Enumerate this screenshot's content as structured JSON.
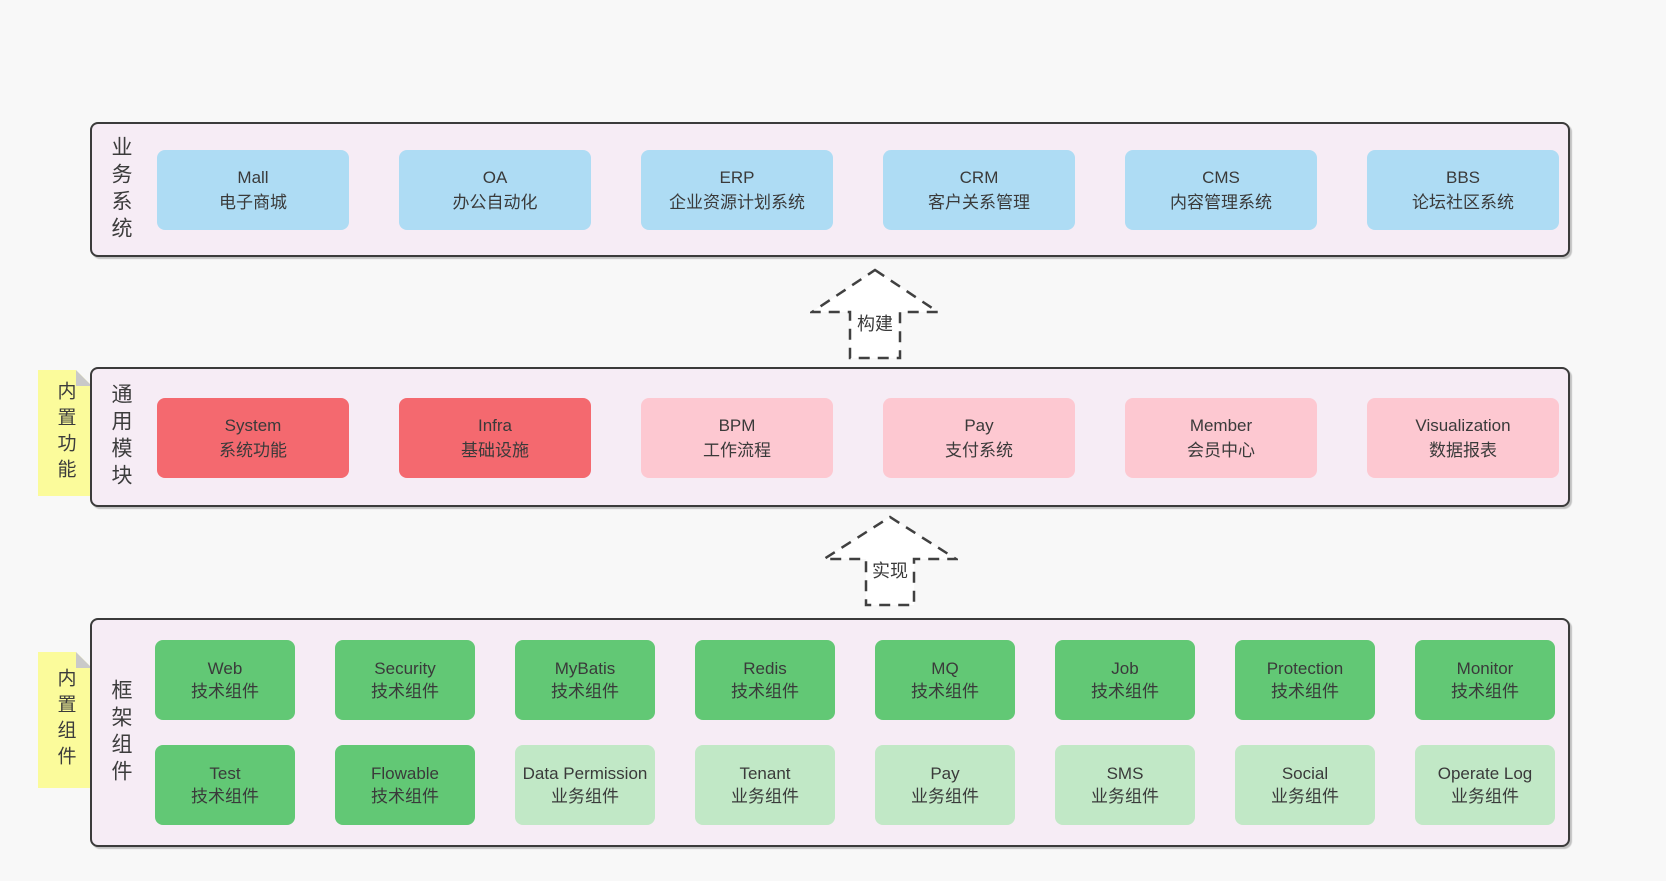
{
  "colors": {
    "page_bg": "#f8f8f8",
    "container_bg": "#f6ecf5",
    "container_border": "#3b3b3b",
    "blue": "#aedcf4",
    "red": "#f4696f",
    "pink": "#fdc8d1",
    "green": "#62c875",
    "light_green": "#c1e8c6",
    "sticky_yellow": "#fbfb9b",
    "text": "#3a3a3a"
  },
  "arrows": [
    {
      "label": "构建"
    },
    {
      "label": "实现"
    }
  ],
  "layers": {
    "business": {
      "label": "业务系统",
      "boxes": [
        {
          "title": "Mall",
          "subtitle": "电子商城"
        },
        {
          "title": "OA",
          "subtitle": "办公自动化"
        },
        {
          "title": "ERP",
          "subtitle": "企业资源计划系统"
        },
        {
          "title": "CRM",
          "subtitle": "客户关系管理"
        },
        {
          "title": "CMS",
          "subtitle": "内容管理系统"
        },
        {
          "title": "BBS",
          "subtitle": "论坛社区系统"
        }
      ]
    },
    "modules": {
      "label": "通用模块",
      "sticky": "内置功能",
      "boxes": [
        {
          "title": "System",
          "subtitle": "系统功能"
        },
        {
          "title": "Infra",
          "subtitle": "基础设施"
        },
        {
          "title": "BPM",
          "subtitle": "工作流程"
        },
        {
          "title": "Pay",
          "subtitle": "支付系统"
        },
        {
          "title": "Member",
          "subtitle": "会员中心"
        },
        {
          "title": "Visualization",
          "subtitle": "数据报表"
        }
      ]
    },
    "components": {
      "label": "框架组件",
      "sticky": "内置组件",
      "row1": [
        {
          "title": "Web",
          "subtitle": "技术组件"
        },
        {
          "title": "Security",
          "subtitle": "技术组件"
        },
        {
          "title": "MyBatis",
          "subtitle": "技术组件"
        },
        {
          "title": "Redis",
          "subtitle": "技术组件"
        },
        {
          "title": "MQ",
          "subtitle": "技术组件"
        },
        {
          "title": "Job",
          "subtitle": "技术组件"
        },
        {
          "title": "Protection",
          "subtitle": "技术组件"
        },
        {
          "title": "Monitor",
          "subtitle": "技术组件"
        }
      ],
      "row2": [
        {
          "title": "Test",
          "subtitle": "技术组件"
        },
        {
          "title": "Flowable",
          "subtitle": "技术组件"
        },
        {
          "title": "Data Permission",
          "subtitle": "业务组件"
        },
        {
          "title": "Tenant",
          "subtitle": "业务组件"
        },
        {
          "title": "Pay",
          "subtitle": "业务组件"
        },
        {
          "title": "SMS",
          "subtitle": "业务组件"
        },
        {
          "title": "Social",
          "subtitle": "业务组件"
        },
        {
          "title": "Operate Log",
          "subtitle": "业务组件"
        }
      ]
    }
  }
}
